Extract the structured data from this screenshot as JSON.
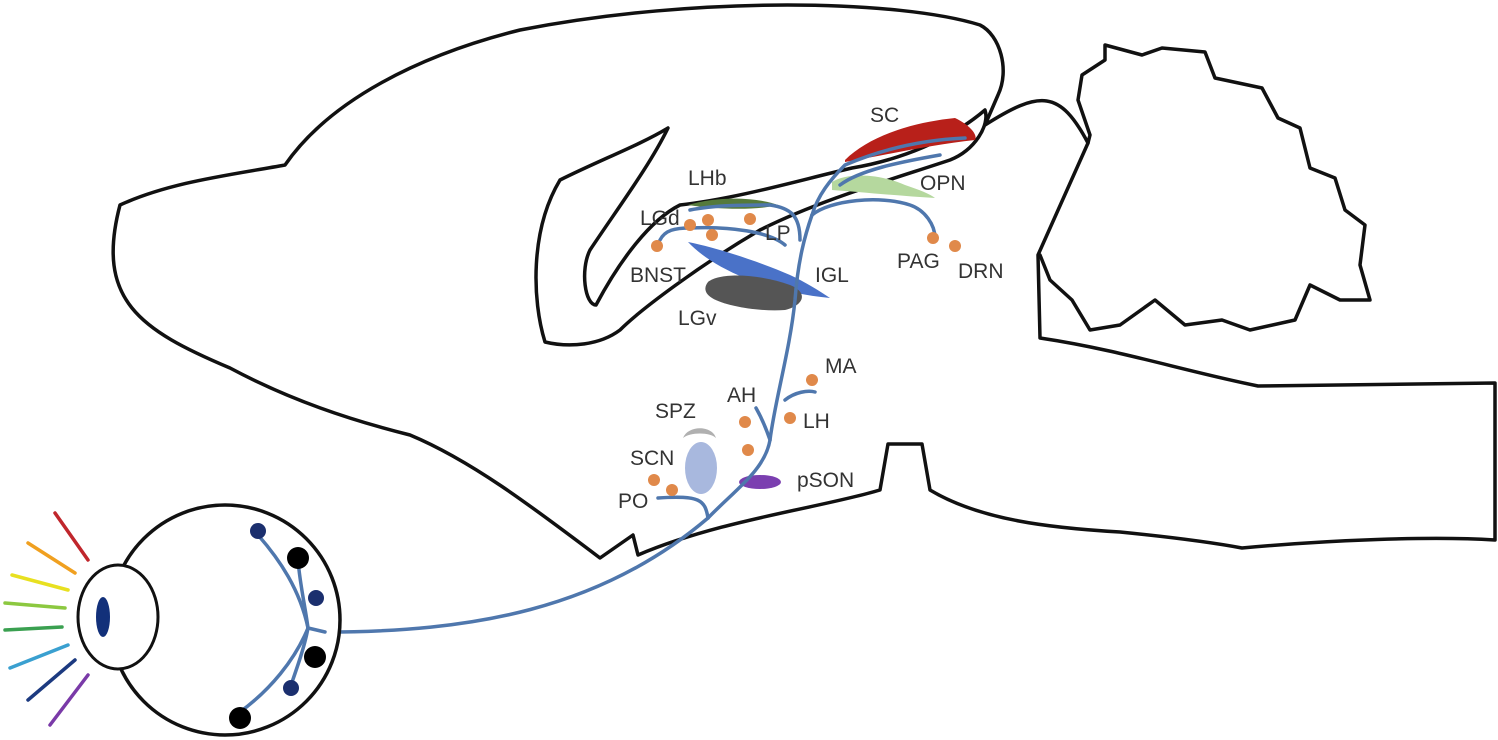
{
  "labels": {
    "sc": "SC",
    "opn": "OPN",
    "lhb": "LHb",
    "lgd": "LGd",
    "lp": "LP",
    "bnst": "BNST",
    "igl": "IGL",
    "lgv": "LGv",
    "pag": "PAG",
    "drn": "DRN",
    "ma": "MA",
    "ah": "AH",
    "lh": "LH",
    "spz": "SPZ",
    "scn": "SCN",
    "po": "PO",
    "pson": "pSON"
  },
  "colors": {
    "sc": "#b8201a",
    "opn": "#b5d89e",
    "lhb": "#557a3c",
    "igl": "#4a72c8",
    "lgv": "#555555",
    "scn": "#a8b8de",
    "spz": "#b0b0b0",
    "pson": "#7b3fb0",
    "nucleus_dot": "#e0894a",
    "fiber": "#4f77ad",
    "retina_cell_small": "#1b2f6e",
    "retina_cell_large": "#000000",
    "pupil": "#12307a",
    "light_rays": [
      "#c0262c",
      "#f0a020",
      "#e8e020",
      "#8cc840",
      "#3aa050",
      "#3aa0d0",
      "#1c3a80",
      "#7a3aa8"
    ]
  }
}
